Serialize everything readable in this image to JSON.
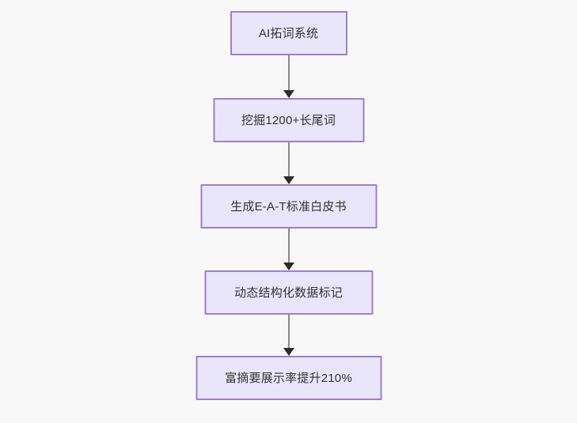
{
  "diagram": {
    "type": "flowchart",
    "orientation": "top-to-bottom",
    "background_color": "#f8f8f8",
    "node_fill_color": "#e9e6fb",
    "node_border_color": "#9a7fd6",
    "node_text_color": "#333333",
    "edge_line_color": "#8a8a8a",
    "edge_arrow_color": "#2b2b2b",
    "nodes": [
      {
        "id": "n1",
        "label": "AI拓词系统"
      },
      {
        "id": "n2",
        "label": "挖掘1200+长尾词"
      },
      {
        "id": "n3",
        "label": "生成E-A-T标准白皮书"
      },
      {
        "id": "n4",
        "label": "动态结构化数据标记"
      },
      {
        "id": "n5",
        "label": "富摘要展示率提升210%"
      }
    ],
    "edges": [
      {
        "from": "n1",
        "to": "n2",
        "arrow": "down-arrow-icon"
      },
      {
        "from": "n2",
        "to": "n3",
        "arrow": "down-arrow-icon"
      },
      {
        "from": "n3",
        "to": "n4",
        "arrow": "down-arrow-icon"
      },
      {
        "from": "n4",
        "to": "n5",
        "arrow": "down-arrow-icon"
      }
    ]
  }
}
